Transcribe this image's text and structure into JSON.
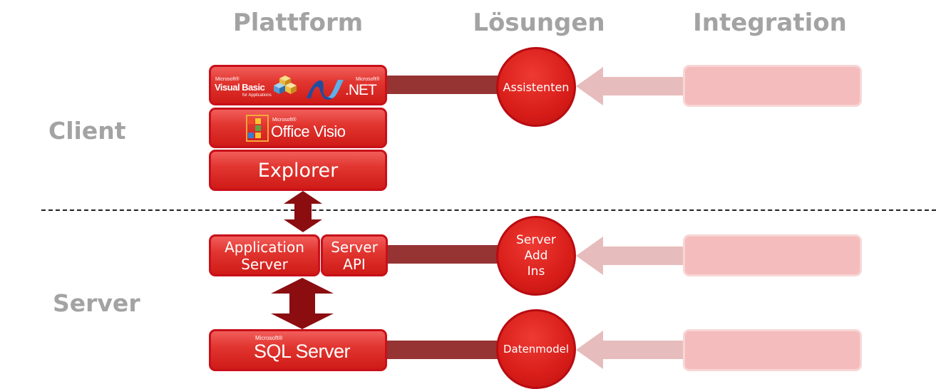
{
  "headers": {
    "platform": "Plattform",
    "solutions": "Lösungen",
    "integration": "Integration"
  },
  "rows": {
    "client": "Client",
    "server": "Server"
  },
  "platform": {
    "vba_ms": "Microsoft®",
    "vba_name": "Visual Basic",
    "vba_sub": "for Applications",
    "net_ms": "Microsoft®",
    "net_name": ".NET",
    "visio_ms": "Microsoft®",
    "visio_name": "Office Visio",
    "explorer": "Explorer",
    "app_server_line1": "Application",
    "app_server_line2": "Server",
    "server_api_line1": "Server",
    "server_api_line2": "API",
    "sql_ms": "Microsoft®",
    "sql_name": "SQL Server"
  },
  "solutions": {
    "assistants": "Assistenten",
    "addins_line1": "Server",
    "addins_line2": "Add",
    "addins_line3": "Ins",
    "datamodel": "Datenmodel"
  },
  "colors": {
    "header_gray": "#a3a3a3",
    "box_red": "#e23631",
    "connector_dark_red": "#963434",
    "double_arrow": "#8b0d10",
    "integration_pink": "#f4bcbc",
    "arrow_pink": "#e7bcbc"
  },
  "icons": [
    "vba-logo-icon",
    "dotnet-logo-icon",
    "office-logo-icon",
    "double-arrow-icon",
    "left-arrow-icon"
  ]
}
